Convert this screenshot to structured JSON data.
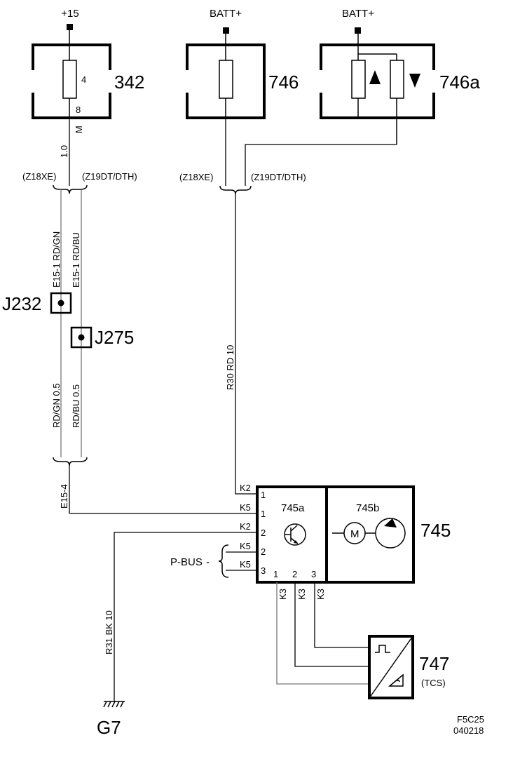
{
  "supplies": {
    "s15": "+15",
    "batt1": "BATT+",
    "batt2": "BATT+"
  },
  "components": {
    "c342": "342",
    "pin342_top": "4",
    "pin342_bot": "8",
    "c746": "746",
    "c746a": "746a",
    "c745": "745",
    "c745a": "745a",
    "c745b": "745b",
    "motor": "M",
    "c747": "747",
    "c747_sub": "(TCS)",
    "j232": "J232",
    "j275": "J275",
    "g7": "G7"
  },
  "labels": {
    "wire_m": "M",
    "wire_10": "1.0",
    "z18_left": "(Z18XE)",
    "z19_left": "(Z19DT/DTH)",
    "z18_mid": "(Z18XE)",
    "z19_mid": "(Z19DT/DTH)",
    "rdgn_top": "E15-1  RD/GN",
    "rdbu_top": "E15-1  RD/BU",
    "rdgn_bot": "RD/GN  0.5",
    "rdbu_bot": "RD/BU  0.5",
    "r30": "R30  RD  10",
    "e15_4": "E15-4",
    "r31": "R31  BK  10",
    "pbus": "P-BUS"
  },
  "connectors": {
    "k2a": "K2",
    "k5a": "K5",
    "k2b": "K2",
    "k5b": "K5",
    "k5c": "K5",
    "k3a": "K3",
    "k3b": "K3",
    "k3c": "K3"
  },
  "pins": {
    "l1": "1",
    "l2": "1",
    "l3": "2",
    "l4": "2",
    "l5": "3",
    "b1": "1",
    "b2": "2",
    "b3": "3"
  },
  "footer": {
    "code1": "F5C25",
    "code2": "040218"
  }
}
